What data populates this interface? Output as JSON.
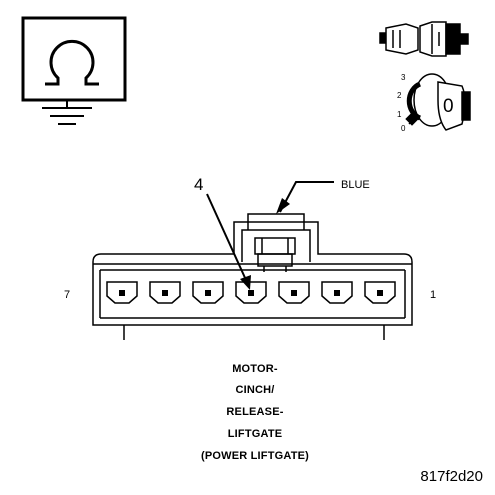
{
  "diagram": {
    "wire_color_label": "BLUE",
    "cavity_callout": "4",
    "pin_end_left": "7",
    "pin_end_right": "1",
    "key_positions": [
      "3",
      "2",
      "1",
      "0"
    ],
    "key_face_label": "0",
    "title_lines": [
      "MOTOR-",
      "CINCH/",
      "RELEASE-",
      "LIFTGATE",
      "(POWER LIFTGATE)"
    ],
    "figure_id": "817f2d20",
    "icons": [
      "ohmmeter-ground-icon",
      "connector-plug-icon",
      "ignition-key-icon"
    ]
  }
}
